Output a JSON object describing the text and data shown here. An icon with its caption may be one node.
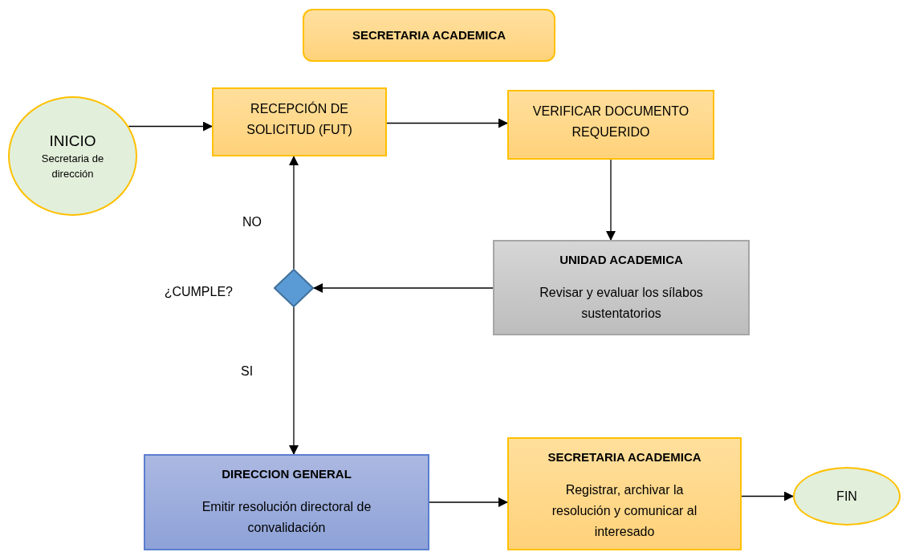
{
  "diagram": {
    "nodes": [
      {
        "text": [
          "SECRETARIA ACADEMICA"
        ]
      },
      {
        "text": [
          "INICIO",
          "Secretaria de dirección"
        ]
      },
      {
        "text": [
          "RECEPCIÓN DE SOLICITUD (FUT)"
        ]
      },
      {
        "text": [
          "VERIFICAR DOCUMENTO REQUERIDO"
        ]
      },
      {
        "text": [
          "UNIDAD ACADEMICA",
          "Revisar y evaluar los sílabos sustentatorios"
        ]
      },
      {
        "text": [],
        "shape": "diamond",
        "beside": [
          "¿CUMPLE?"
        ]
      },
      {
        "text": [
          "DIRECCION GENERAL",
          "Emitir resolución directoral de convalidación"
        ]
      },
      {
        "text": [
          "SECRETARIA ACADEMICA",
          "Registrar, archivar la resolución y comunicar al interesado"
        ]
      },
      {
        "text": [
          "FIN"
        ]
      }
    ],
    "edges": [
      {
        "from": 1,
        "to": 2,
        "arrow": "to"
      },
      {
        "from": 2,
        "to": 3,
        "arrow": "to"
      },
      {
        "from": 3,
        "to": 4,
        "arrow": "to"
      },
      {
        "from": 4,
        "to": 5,
        "arrow": "to"
      },
      {
        "from": 5,
        "to": 2,
        "arrow": "to",
        "label": "NO"
      },
      {
        "from": 5,
        "to": 6,
        "arrow": "to",
        "label": "SI"
      },
      {
        "from": 6,
        "to": 7,
        "arrow": "to"
      },
      {
        "from": 7,
        "to": 8,
        "arrow": "to"
      }
    ]
  }
}
